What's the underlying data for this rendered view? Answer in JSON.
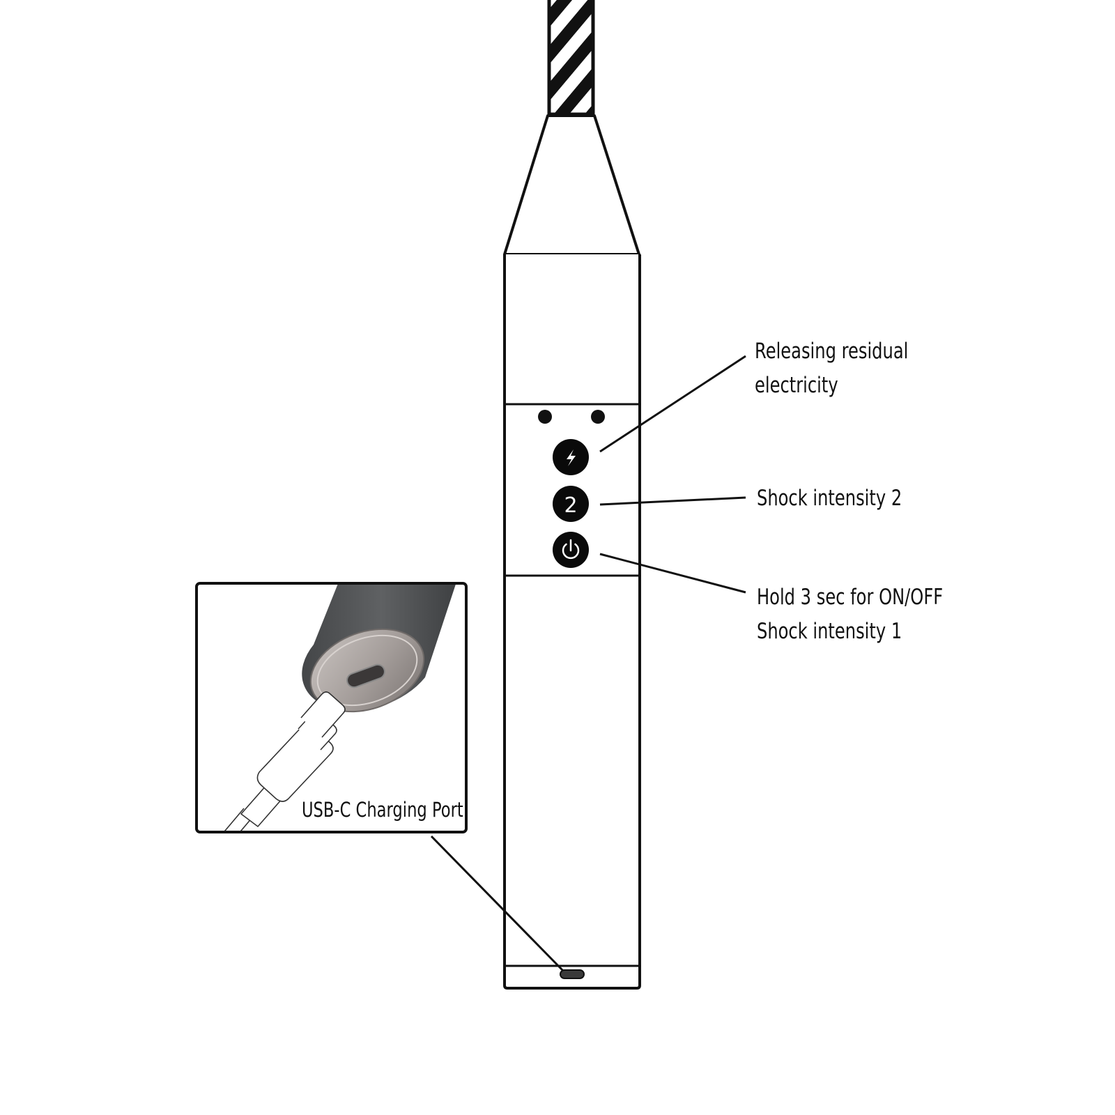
{
  "callouts": {
    "residual": {
      "lines": [
        "Releasing residual",
        "electricity"
      ]
    },
    "intensity2": {
      "lines": [
        "Shock intensity 2"
      ]
    },
    "power": {
      "lines": [
        "Hold 3 sec for ON/OFF",
        "Shock intensity 1"
      ]
    }
  },
  "inset": {
    "label": "USB-C Charging Port"
  },
  "buttons": {
    "shock_icon": "lightning-bolt",
    "intensity_2_glyph": "2",
    "power_icon": "power-symbol"
  },
  "colors": {
    "outline": "#111111",
    "button_fill": "#0a0a0a",
    "device_gray": "#5a5c5e"
  }
}
